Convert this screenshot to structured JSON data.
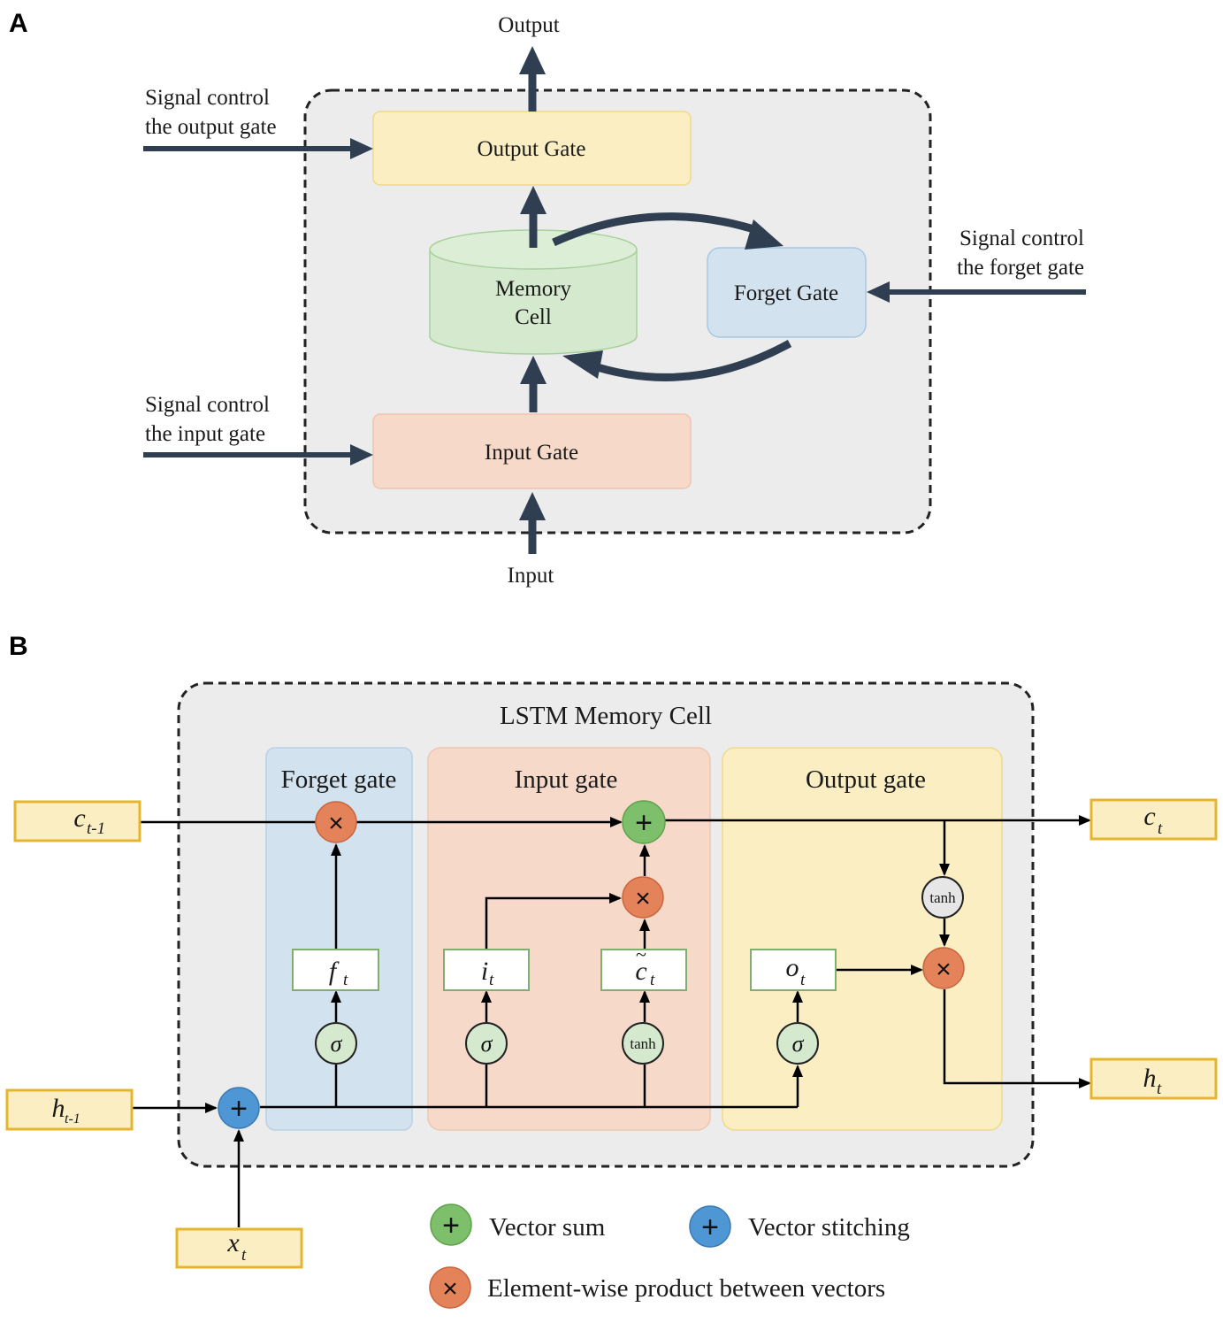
{
  "panel_a": {
    "letter": "A",
    "output_label": "Output",
    "input_label": "Input",
    "output_gate": "Output Gate",
    "input_gate": "Input Gate",
    "forget_gate": "Forget Gate",
    "memory_cell": [
      "Memory",
      "Cell"
    ],
    "signal_output": [
      "Signal control",
      "the output gate"
    ],
    "signal_input": [
      "Signal control",
      "the input gate"
    ],
    "signal_forget": [
      "Signal control",
      "the forget gate"
    ]
  },
  "panel_b": {
    "letter": "B",
    "title": "LSTM Memory Cell",
    "forget_gate": "Forget gate",
    "input_gate": "Input gate",
    "output_gate": "Output gate",
    "c_prev": {
      "base": "c",
      "sub": "t-1"
    },
    "c_t": {
      "base": "c",
      "sub": "t"
    },
    "h_prev": {
      "base": "h",
      "sub": "t-1"
    },
    "h_t": {
      "base": "h",
      "sub": "t"
    },
    "x_t": {
      "base": "x",
      "sub": "t"
    },
    "f_t": {
      "base": "f",
      "sub": "t"
    },
    "i_t": {
      "base": "i",
      "sub": "t"
    },
    "c_tilde": {
      "base": "c",
      "sub": "t",
      "accent": "~"
    },
    "o_t": {
      "base": "o",
      "sub": "t"
    },
    "sigma": "σ",
    "tanh": "tanh",
    "plus": "+",
    "times": "×",
    "legend": {
      "vector_sum": "Vector sum",
      "vector_stitching": "Vector stitching",
      "elementwise": "Element-wise product between vectors"
    }
  },
  "colors": {
    "arrow_dark": "#2f3e51",
    "cell_bg": "#ececec",
    "output_gate": "#fbeec2",
    "input_gate": "#f6d9c9",
    "forget_gate": "#d3e2ef",
    "memory_cell": "#d5e9cf",
    "sum_green": "#7dbf6a",
    "stitch_blue": "#4f96d4",
    "product_orange": "#e4825a",
    "var_box_border": "#e6b52f",
    "var_box_fill": "#fbeec2"
  }
}
